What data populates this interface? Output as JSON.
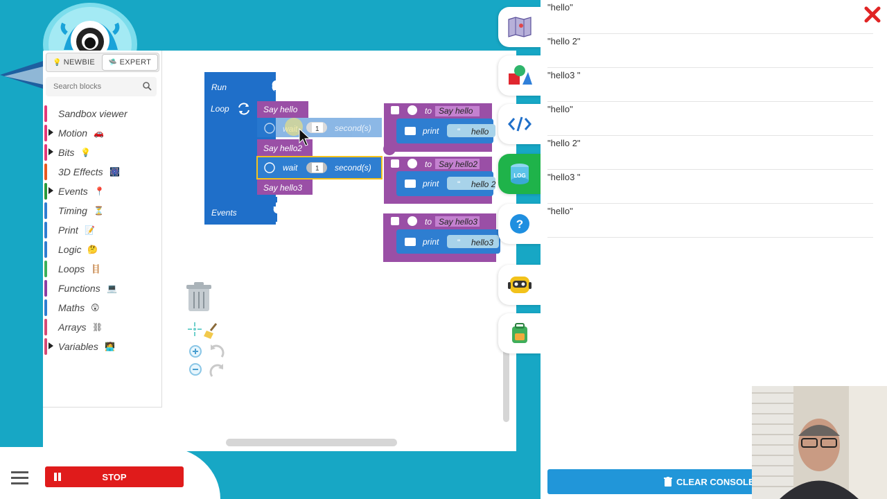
{
  "toolbox": {
    "modes": [
      {
        "label": "NEWBIE",
        "active": false
      },
      {
        "label": "EXPERT",
        "active": true
      }
    ],
    "search_placeholder": "Search blocks",
    "categories": [
      {
        "label": "Sandbox viewer",
        "color": "#e43a7a",
        "expandable": false,
        "emoji": ""
      },
      {
        "label": "Motion",
        "color": "#e43a7a",
        "expandable": true,
        "emoji": "🚗"
      },
      {
        "label": "Bits",
        "color": "#e43a7a",
        "expandable": true,
        "emoji": "💡"
      },
      {
        "label": "3D Effects",
        "color": "#e8591f",
        "expandable": false,
        "emoji": "🎆"
      },
      {
        "label": "Events",
        "color": "#2a9a3c",
        "expandable": true,
        "emoji": "📍"
      },
      {
        "label": "Timing",
        "color": "#2e7ed1",
        "expandable": false,
        "emoji": "⏳"
      },
      {
        "label": "Print",
        "color": "#2e7ed1",
        "expandable": false,
        "emoji": "📝"
      },
      {
        "label": "Logic",
        "color": "#2e7ed1",
        "expandable": false,
        "emoji": "🤔"
      },
      {
        "label": "Loops",
        "color": "#3bb05a",
        "expandable": false,
        "emoji": "🪜"
      },
      {
        "label": "Functions",
        "color": "#8b3fa3",
        "expandable": false,
        "emoji": "💻"
      },
      {
        "label": "Maths",
        "color": "#2e7ed1",
        "expandable": false,
        "emoji": "😲"
      },
      {
        "label": "Arrays",
        "color": "#d44b76",
        "expandable": false,
        "emoji": "⛓"
      },
      {
        "label": "Variables",
        "color": "#d44b76",
        "expandable": true,
        "emoji": "🧑‍💻"
      }
    ]
  },
  "blocks": {
    "run": "Run",
    "loop": "Loop",
    "events": "Events",
    "say_hello": "Say hello",
    "say_hello2": "Say hello2",
    "say_hello3": "Say hello3",
    "wait": "wait",
    "wait_value_1": "1",
    "wait_value_2": "1",
    "seconds": "second(s)",
    "to": "to",
    "print": "print",
    "fn1_name": "Say hello",
    "fn2_name": "Say hello2",
    "fn3_name": "Say hello3",
    "fn1_text": "hello",
    "fn2_text": "hello 2",
    "fn3_text": "hello3",
    "quote_mark": "“"
  },
  "console": {
    "lines": [
      "\"hello\"",
      "\"hello 2\"",
      "\"hello3 \"",
      "\"hello\"",
      "\"hello 2\"",
      "\"hello3 \"",
      "\"hello\""
    ],
    "clear_label": "CLEAR CONSOLE"
  },
  "rail": {
    "log_label": "LOG"
  },
  "bottom": {
    "stop_label": "STOP"
  },
  "colors": {
    "background": "#17a7c5",
    "run_block": "#1f6fc9",
    "function_block": "#9a4fa6",
    "say_block": "#9a4fa6",
    "wait_block": "#2e7ed1",
    "stop": "#e01b1b",
    "clear": "#2196d9"
  }
}
